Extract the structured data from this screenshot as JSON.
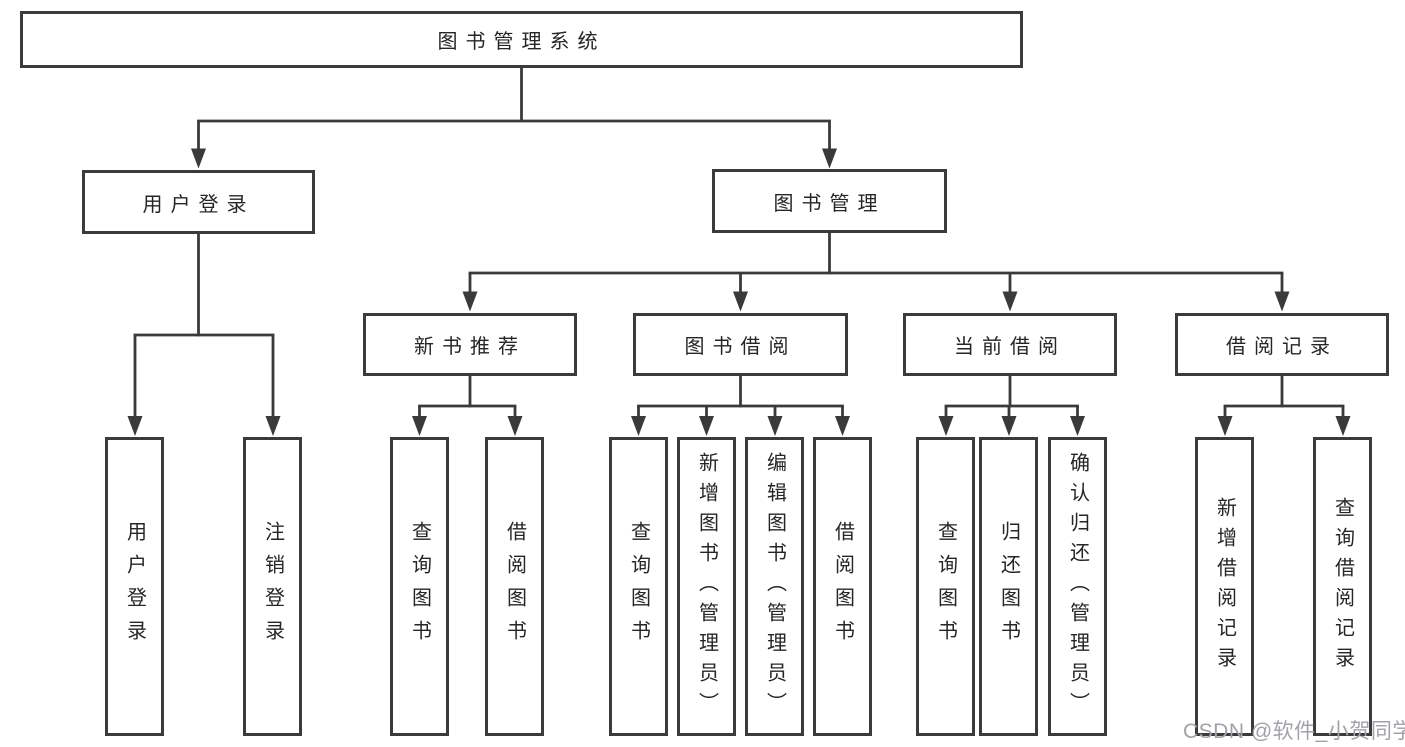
{
  "tree": {
    "label": "图书管理系统",
    "children": [
      {
        "label": "用户登录",
        "children": [
          {
            "label": "用户登录"
          },
          {
            "label": "注销登录"
          }
        ]
      },
      {
        "label": "图书管理",
        "children": [
          {
            "label": "新书推荐",
            "children": [
              {
                "label": "查询图书"
              },
              {
                "label": "借阅图书"
              }
            ]
          },
          {
            "label": "图书借阅",
            "children": [
              {
                "label": "查询图书"
              },
              {
                "label": "新增图书（管理员）"
              },
              {
                "label": "编辑图书（管理员）"
              },
              {
                "label": "借阅图书"
              }
            ]
          },
          {
            "label": "当前借阅",
            "children": [
              {
                "label": "查询图书"
              },
              {
                "label": "归还图书"
              },
              {
                "label": "确认归还（管理员）"
              }
            ]
          },
          {
            "label": "借阅记录",
            "children": [
              {
                "label": "新增借阅记录"
              },
              {
                "label": "查询借阅记录"
              }
            ]
          }
        ]
      }
    ]
  },
  "watermark": {
    "text": "CSDN @软件_小贺同学"
  },
  "colors": {
    "line": "#3a3a3a",
    "box_border": "#3b3b3b",
    "text": "#262626",
    "watermark": "#a2a2a8",
    "background": "#ffffff"
  }
}
